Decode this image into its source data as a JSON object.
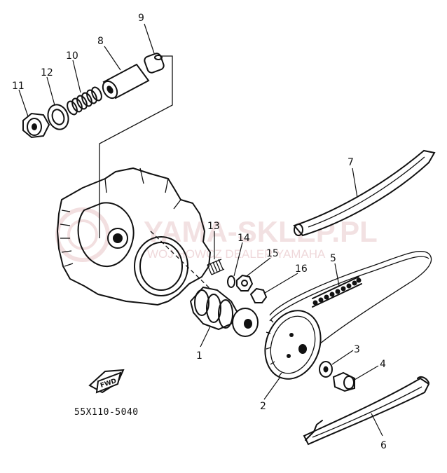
{
  "callouts": [
    "1",
    "2",
    "3",
    "4",
    "5",
    "6",
    "7",
    "8",
    "9",
    "10",
    "11",
    "12",
    "13",
    "14",
    "15",
    "16"
  ],
  "part_code": "55X110-5040",
  "fwd_label": "FWD",
  "watermark": {
    "title": "YAMA-SKLEP.PL",
    "subtitle": "WOJ       HOWCZ       DEALER YAMAHA"
  },
  "colors": {
    "ink": "#111111",
    "watermark": "#e9c9cc"
  }
}
